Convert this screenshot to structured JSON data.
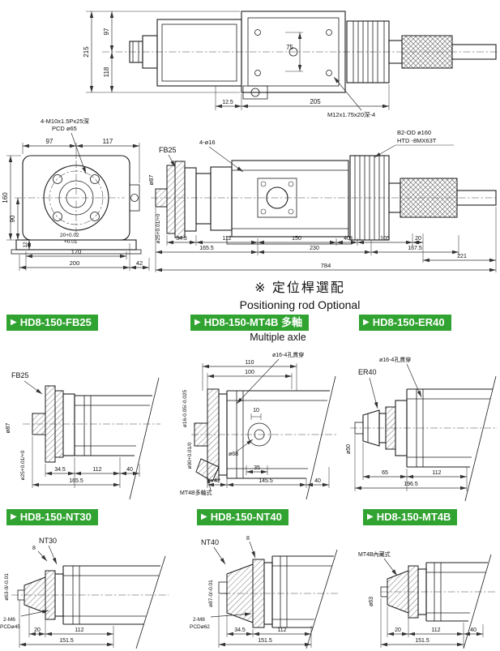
{
  "note": {
    "cn": "※ 定位桿選配",
    "en": "Positioning rod Optional"
  },
  "colors": {
    "accent_green": "#31a331",
    "line_color": "#222222"
  },
  "main": {
    "top": {
      "d215": "215",
      "d97": "97",
      "d118": "118",
      "d75": "75",
      "d12_5": "12.5",
      "d205": "205",
      "thread": "M12x1.75x20深-4"
    },
    "flange": {
      "bolts": "4-M10x1.5Px25深",
      "pcd": "PCD ø65",
      "d97": "97",
      "d117": "117",
      "d160": "160",
      "d90": "90",
      "d12": "12",
      "tol_a": "20+0.02",
      "tol_b": "+0.01",
      "d170": "170",
      "d200": "200",
      "d42": "42"
    },
    "side": {
      "fb25": "FB25",
      "phi87": "ø87",
      "phi25": "ø25+0.01/+0",
      "holes": "4-ø16",
      "belt1": "B2-OD ø160",
      "belt2": "HTD -8MX63T",
      "d34_5": "34.5",
      "d112": "112",
      "d150": "150",
      "d40": "40",
      "d105": "105",
      "d20": "20",
      "d165_5": "165.5",
      "d230": "230",
      "d167_5": "167.5",
      "d221": "221",
      "d784": "784"
    }
  },
  "variants": {
    "fb25": {
      "button": "HD8-150-FB25",
      "label": "FB25",
      "phi87": "ø87",
      "phi25": "ø25+0.01/+0",
      "d34_5": "34.5",
      "d112": "112",
      "d40": "40",
      "d165_5": "165.5"
    },
    "mt4b_multi": {
      "button": "HD8-150-MT4B 多軸",
      "subtitle": "Multiple axle",
      "holes": "ø16-4孔貫穿",
      "d110": "110",
      "d100": "100",
      "tol16": "ø16-0.05/-0.025",
      "phi68": "ø68",
      "tol90": "ø90+0.01/0",
      "d10": "10",
      "type": "MT4B多軸式",
      "d35": "35",
      "d42": "42",
      "d145_5": "145.5",
      "d40": "40"
    },
    "er40": {
      "button": "HD8-150-ER40",
      "label": "ER40",
      "holes": "ø16-4孔貫穿",
      "phi50": "ø50",
      "d65": "65",
      "d112": "112",
      "d196_5": "196.5"
    },
    "nt30": {
      "button": "HD8-150-NT30",
      "label": "NT30",
      "tol63": "ø63-0/-0.01",
      "d8": "8",
      "m6": "2-M6",
      "pcd45": "PCDø45",
      "d20": "20",
      "d112": "112",
      "d151_5": "151.5"
    },
    "nt40": {
      "button": "HD8-150-NT40",
      "label": "NT40",
      "tol87": "ø87-0/-0.01",
      "d8": "8",
      "m8": "2-M8",
      "pcd62": "PCDø62",
      "d34_5": "34.5",
      "d112": "112",
      "d151_5": "151.5"
    },
    "mt4b": {
      "button": "HD8-150-MT4B",
      "type": "MT4B內藏式",
      "phi63": "ø63",
      "d20": "20",
      "d112": "112",
      "d40": "40",
      "d151_5": "151.5"
    }
  }
}
